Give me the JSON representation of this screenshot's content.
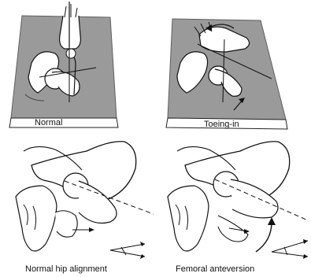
{
  "figure": {
    "top_left_label": "Normal",
    "top_right_label": "Toeing-in",
    "bottom_left_caption": "Normal hip alignment",
    "bottom_right_caption": "Femoral anteversion"
  },
  "colors": {
    "plate": "#9a9a9a",
    "plate_edge": "#5e5e5e",
    "ink": "#111111",
    "paper": "#ffffff"
  }
}
